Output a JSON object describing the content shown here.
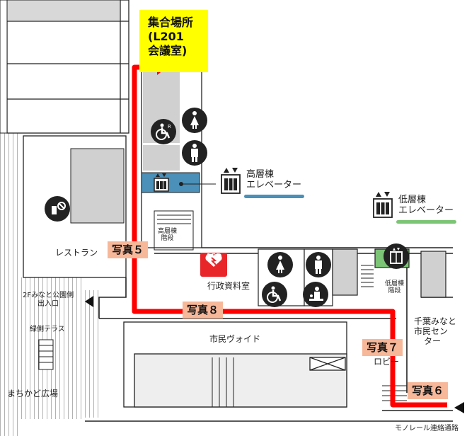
{
  "meeting_point": {
    "line1": "集合場所",
    "line2": "(L201",
    "line3": "会議室)"
  },
  "photos": {
    "p5": "写真５",
    "p6": "写真６",
    "p7": "写真７",
    "p8": "写真８"
  },
  "labels": {
    "restaurant": "レストラン",
    "high_stairs_1": "高層棟",
    "high_stairs_2": "階段",
    "high_elevator_1": "高層棟",
    "high_elevator_2": "エレベーター",
    "low_elevator_1": "低層棟",
    "low_elevator_2": "エレベーター",
    "low_stairs_1": "低層棟",
    "low_stairs_2": "階段",
    "aed": "AED",
    "archives": "行政資料室",
    "entrance_1": "2Fみなと公園側",
    "entrance_2": "出入口",
    "terrace": "緑側テラス",
    "plaza": "まちかど広場",
    "void": "市民ヴォイド",
    "lobby": "ロビー",
    "center_1": "千葉みなと",
    "center_2": "市民セン",
    "center_3": "ター",
    "monorail": "モノレール連絡通路"
  },
  "colors": {
    "route": "#ff0000",
    "callout": "#ffff00",
    "photo_tag": "#f7b89a",
    "high_elevator": "#4a90b8",
    "low_elevator": "#7cc576",
    "aed": "#e8262a"
  }
}
